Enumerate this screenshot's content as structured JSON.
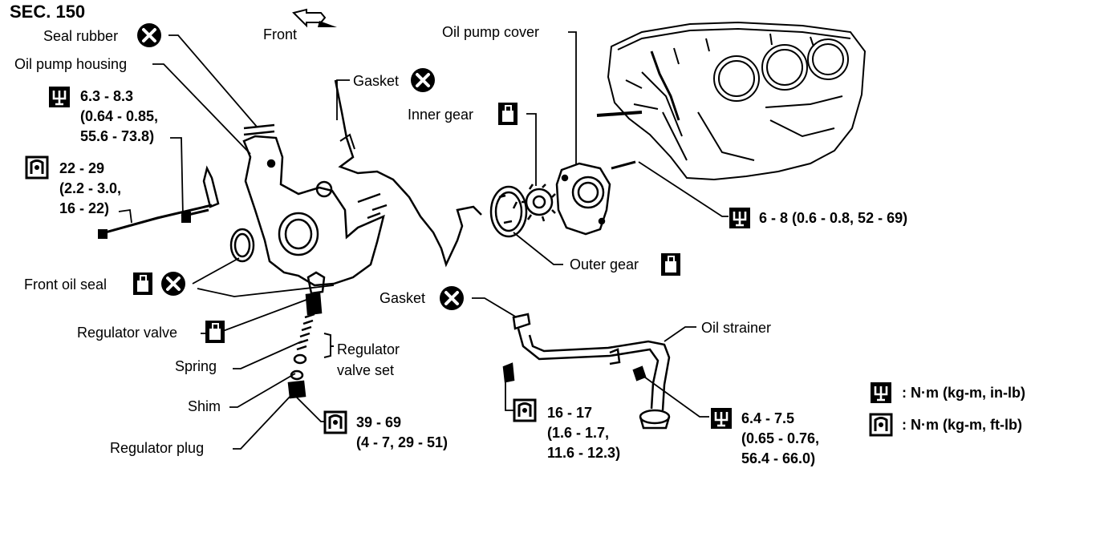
{
  "section": "SEC. 150",
  "front": "Front",
  "labels": {
    "seal_rubber": "Seal rubber",
    "oil_pump_housing": "Oil pump housing",
    "gasket_top": "Gasket",
    "inner_gear": "Inner gear",
    "oil_pump_cover": "Oil pump cover",
    "outer_gear": "Outer gear",
    "front_oil_seal": "Front oil seal",
    "regulator_valve": "Regulator valve",
    "spring": "Spring",
    "shim": "Shim",
    "regulator_plug": "Regulator plug",
    "regulator_valve_set": "Regulator\nvalve set",
    "gasket_bottom": "Gasket",
    "oil_strainer": "Oil strainer"
  },
  "torques": {
    "housing_small": "6.3 - 8.3\n(0.64 - 0.85,\n55.6 - 73.8)",
    "housing_bolt": "22 - 29\n(2.2 - 3.0,\n16 - 22)",
    "cover": "6 - 8 (0.6 - 0.8, 52 - 69)",
    "plug": "39 - 69\n(4 - 7, 29 - 51)",
    "strainer_bolt": "16 - 17\n(1.6 - 1.7,\n11.6 - 12.3)",
    "strainer_small": "6.4 - 7.5\n(0.65 - 0.76,\n56.4 - 66.0)"
  },
  "legend": {
    "in_lb": ": N·m (kg-m, in-lb)",
    "ft_lb": ": N·m (kg-m, ft-lb)"
  }
}
